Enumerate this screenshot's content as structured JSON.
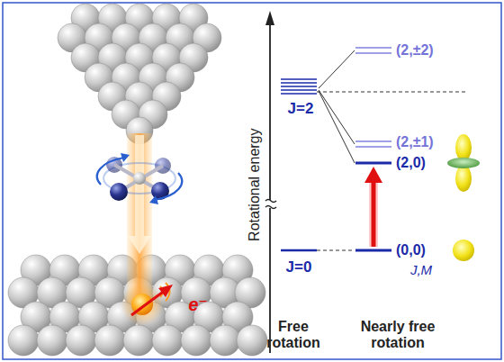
{
  "diagram": {
    "labels": [
      "Rotational energy",
      "J=2",
      "J=0",
      "(2,±2)",
      "(2,±1)",
      "(2,0)",
      "(0,0)",
      "J,M",
      "Free rotation",
      "Nearly free rotation",
      "e⁻"
    ]
  }
}
